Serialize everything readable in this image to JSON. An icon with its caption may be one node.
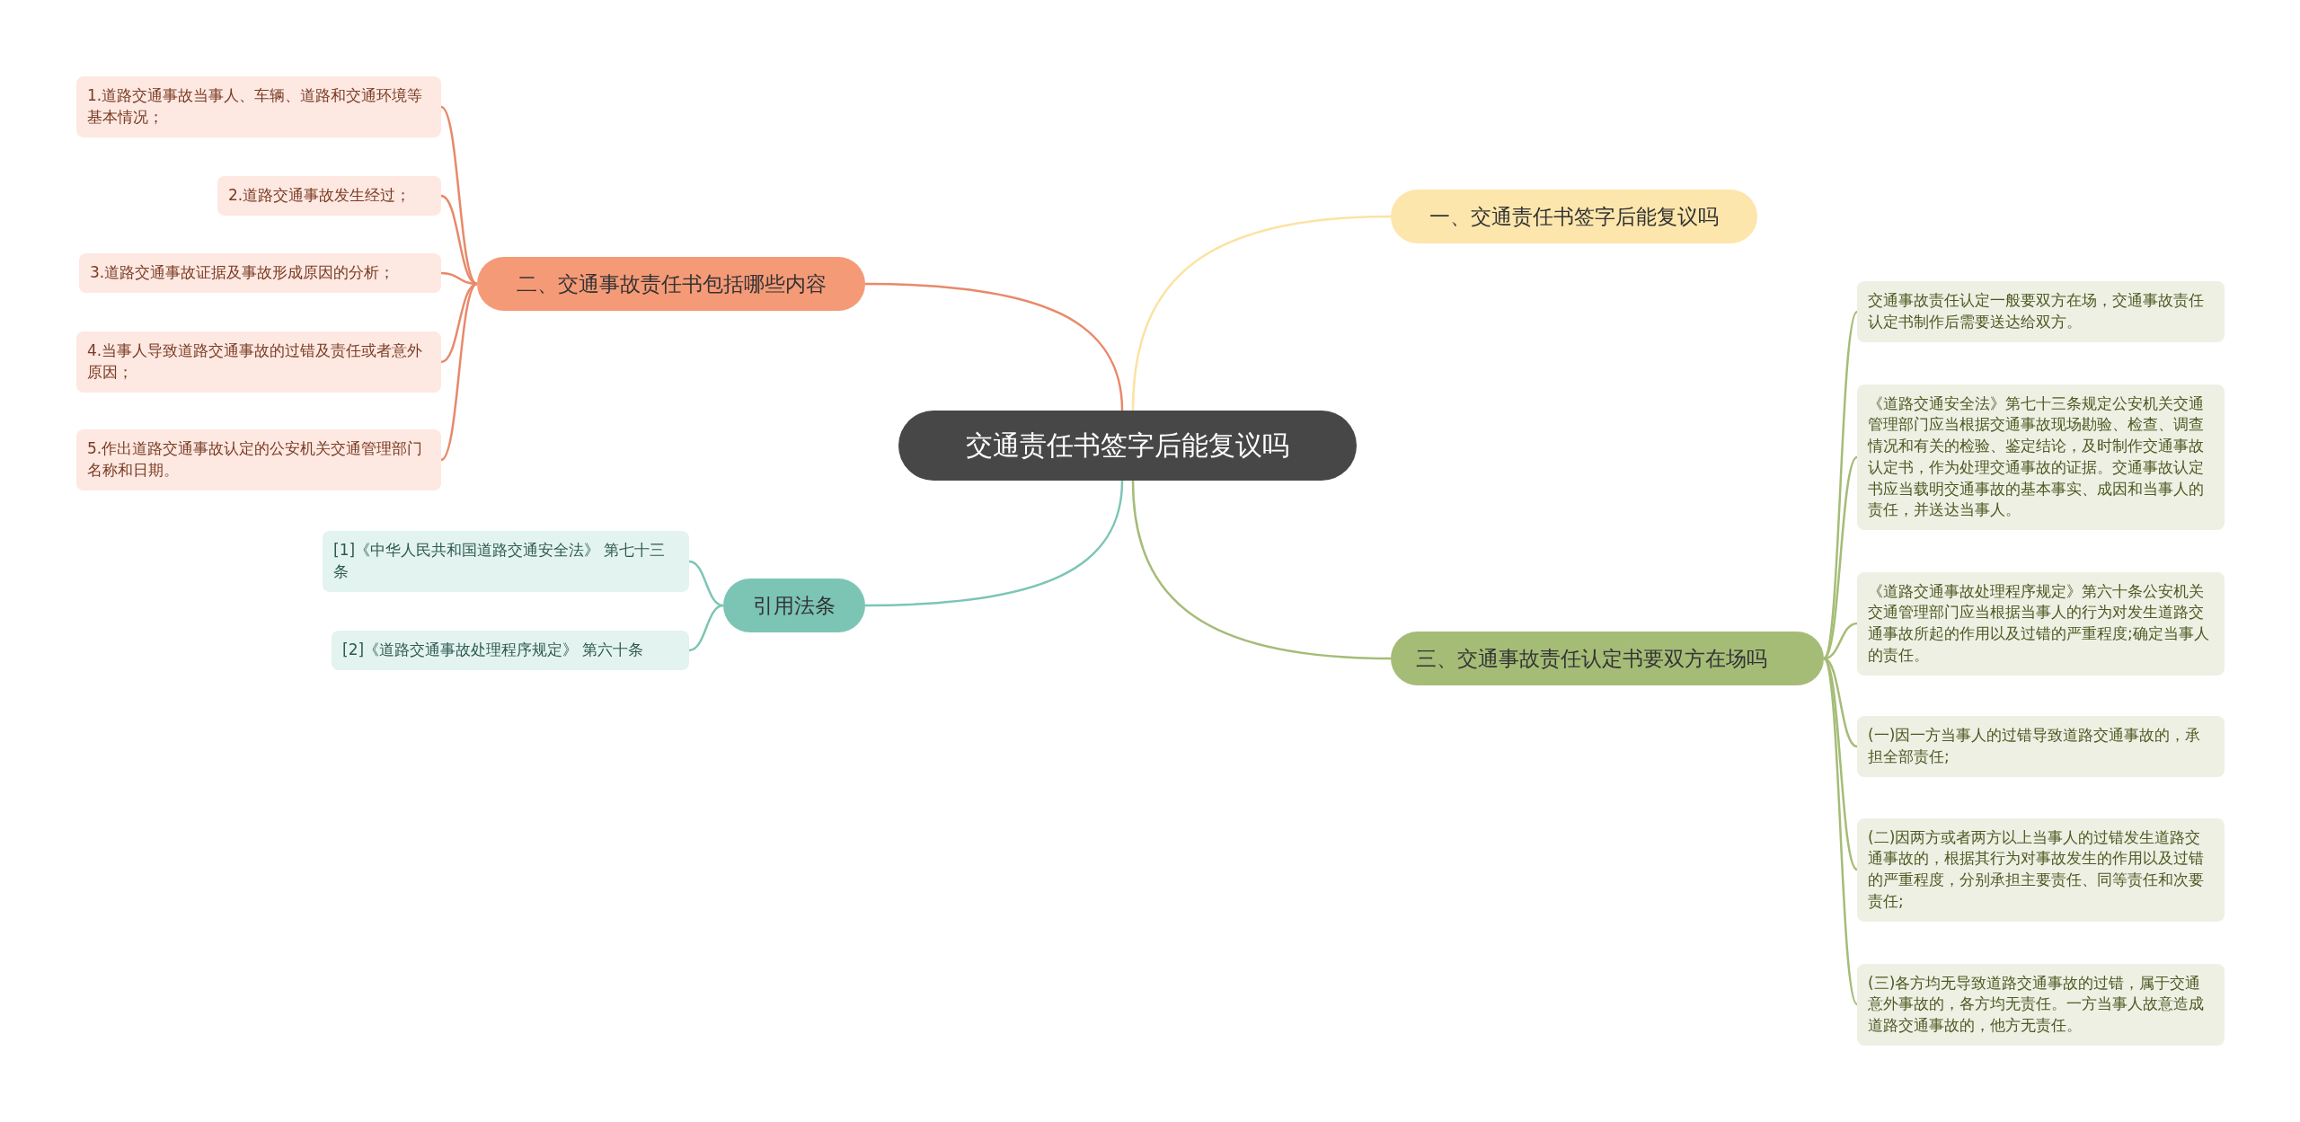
{
  "diagram": {
    "nodes": [
      {
        "text": [
          "交通责任书签字后能复议吗"
        ]
      },
      {
        "text": [
          "一、交通责任书签字后能复议吗"
        ]
      },
      {
        "text": [
          "二、交通事故责任书包括哪些内容"
        ]
      },
      {
        "text": [
          "1.道路交通事故当事人、车辆、道路和交通环境等基本情况；"
        ]
      },
      {
        "text": [
          "2.道路交通事故发生经过；"
        ]
      },
      {
        "text": [
          "3.道路交通事故证据及事故形成原因的分析；"
        ]
      },
      {
        "text": [
          "4.当事人导致道路交通事故的过错及责任或者意外原因；"
        ]
      },
      {
        "text": [
          "5.作出道路交通事故认定的公安机关交通管理部门名称和日期。"
        ]
      },
      {
        "text": [
          "引用法条"
        ]
      },
      {
        "text": [
          "[1]《中华人民共和国道路交通安全法》 第七十三条"
        ]
      },
      {
        "text": [
          "[2]《道路交通事故处理程序规定》 第六十条"
        ]
      },
      {
        "text": [
          "三、交通事故责任认定书要双方在场吗"
        ]
      },
      {
        "text": [
          "交通事故责任认定一般要双方在场，交通事故责任认定书制作后需要送达给双方。"
        ]
      },
      {
        "text": [
          "《道路交通安全法》第七十三条规定公安机关交通管理部门应当根据交通事故现场勘验、检查、调查情况和有关的检验、鉴定结论，及时制作交通事故认定书，作为处理交通事故的证据。交通事故认定书应当载明交通事故的基本事实、成因和当事人的责任，并送达当事人。"
        ]
      },
      {
        "text": [
          "《道路交通事故处理程序规定》第六十条公安机关交通管理部门应当根据当事人的行为对发生道路交通事故所起的作用以及过错的严重程度;确定当事人的责任。"
        ]
      },
      {
        "text": [
          "(一)因一方当事人的过错导致道路交通事故的，承担全部责任;"
        ]
      },
      {
        "text": [
          "(二)因两方或者两方以上当事人的过错发生道路交通事故的，根据其行为对事故发生的作用以及过错的严重程度，分别承担主要责任、同等责任和次要责任;"
        ]
      },
      {
        "text": [
          "(三)各方均无导致道路交通事故的过错，属于交通意外事故的，各方均无责任。一方当事人故意造成道路交通事故的，他方无责任。"
        ]
      }
    ],
    "edges": [
      {
        "from": 0,
        "to": 1,
        "arrow": "none",
        "color": "#fbe3a3"
      },
      {
        "from": 0,
        "to": 2,
        "arrow": "none",
        "color": "#e8896a"
      },
      {
        "from": 2,
        "to": 3,
        "arrow": "none",
        "color": "#e8896a"
      },
      {
        "from": 2,
        "to": 4,
        "arrow": "none",
        "color": "#e8896a"
      },
      {
        "from": 2,
        "to": 5,
        "arrow": "none",
        "color": "#e8896a"
      },
      {
        "from": 2,
        "to": 6,
        "arrow": "none",
        "color": "#e8896a"
      },
      {
        "from": 2,
        "to": 7,
        "arrow": "none",
        "color": "#e8896a"
      },
      {
        "from": 0,
        "to": 8,
        "arrow": "none",
        "color": "#7cc5b5"
      },
      {
        "from": 8,
        "to": 9,
        "arrow": "none",
        "color": "#7cc5b5"
      },
      {
        "from": 8,
        "to": 10,
        "arrow": "none",
        "color": "#7cc5b5"
      },
      {
        "from": 0,
        "to": 11,
        "arrow": "none",
        "color": "#a5bc77"
      },
      {
        "from": 11,
        "to": 12,
        "arrow": "none",
        "color": "#a5bc77"
      },
      {
        "from": 11,
        "to": 13,
        "arrow": "none",
        "color": "#a5bc77"
      },
      {
        "from": 11,
        "to": 14,
        "arrow": "none",
        "color": "#a5bc77"
      },
      {
        "from": 11,
        "to": 15,
        "arrow": "none",
        "color": "#a5bc77"
      },
      {
        "from": 11,
        "to": 16,
        "arrow": "none",
        "color": "#a5bc77"
      },
      {
        "from": 11,
        "to": 17,
        "arrow": "none",
        "color": "#a5bc77"
      }
    ]
  }
}
